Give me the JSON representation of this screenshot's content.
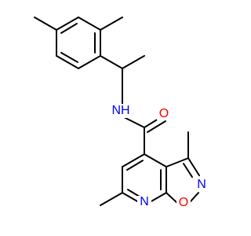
{
  "molecule": {
    "atoms": {
      "O_carbonyl": {
        "symbol": "O",
        "color": "#ff0000"
      },
      "N_amide": {
        "symbol": "NH",
        "color": "#0000ff"
      },
      "N_isoxazole": {
        "symbol": "N",
        "color": "#0000ff"
      },
      "O_isoxazole": {
        "symbol": "O",
        "color": "#ff0000"
      },
      "N_pyridine": {
        "symbol": "N",
        "color": "#0000ff"
      }
    },
    "bond_color": "#000000"
  }
}
